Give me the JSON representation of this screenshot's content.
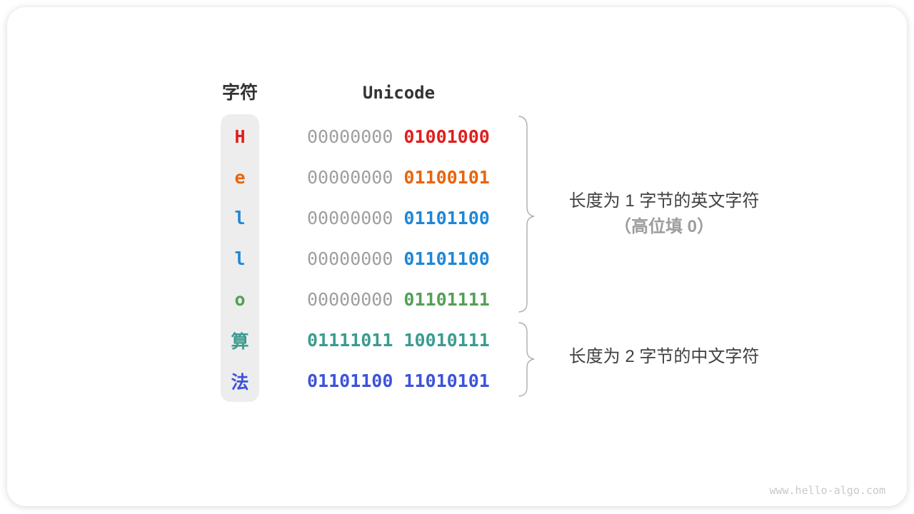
{
  "header": {
    "char_label": "字符",
    "unicode_label": "Unicode"
  },
  "rows": [
    {
      "char": "H",
      "byte1": "00000000",
      "byte2": "01001000",
      "color": "#e01e1e",
      "byte1_color": "#9e9fa0",
      "byte1_weight": "400"
    },
    {
      "char": "e",
      "byte1": "00000000",
      "byte2": "01100101",
      "color": "#e8650d",
      "byte1_color": "#9e9fa0",
      "byte1_weight": "400"
    },
    {
      "char": "l",
      "byte1": "00000000",
      "byte2": "01101100",
      "color": "#1e87d7",
      "byte1_color": "#9e9fa0",
      "byte1_weight": "400"
    },
    {
      "char": "l",
      "byte1": "00000000",
      "byte2": "01101100",
      "color": "#1e87d7",
      "byte1_color": "#9e9fa0",
      "byte1_weight": "400"
    },
    {
      "char": "o",
      "byte1": "00000000",
      "byte2": "01101111",
      "color": "#52a055",
      "byte1_color": "#9e9fa0",
      "byte1_weight": "400"
    },
    {
      "char": "算",
      "byte1": "01111011",
      "byte2": "10010111",
      "color": "#3b9c8f",
      "byte1_color": "#3b9c8f",
      "byte1_weight": "700"
    },
    {
      "char": "法",
      "byte1": "01101100",
      "byte2": "11010101",
      "color": "#3d53da",
      "byte1_color": "#3d53da",
      "byte1_weight": "700"
    }
  ],
  "annotations": {
    "group1": {
      "line1": "长度为 1 字节的英文字符",
      "line2": "（高位填 0）"
    },
    "group2": {
      "line1": "长度为 2 字节的中文字符"
    }
  },
  "watermark": "www.hello-algo.com",
  "colors": {
    "char_column_bg": "#ededed",
    "binary_gray": "#9e9fa0",
    "header_dark": "#333333",
    "annotation_dark": "#404040",
    "annotation_gray": "#9d9d9d",
    "brace": "#aeaeae",
    "watermark_gray": "#c9c9c9"
  }
}
